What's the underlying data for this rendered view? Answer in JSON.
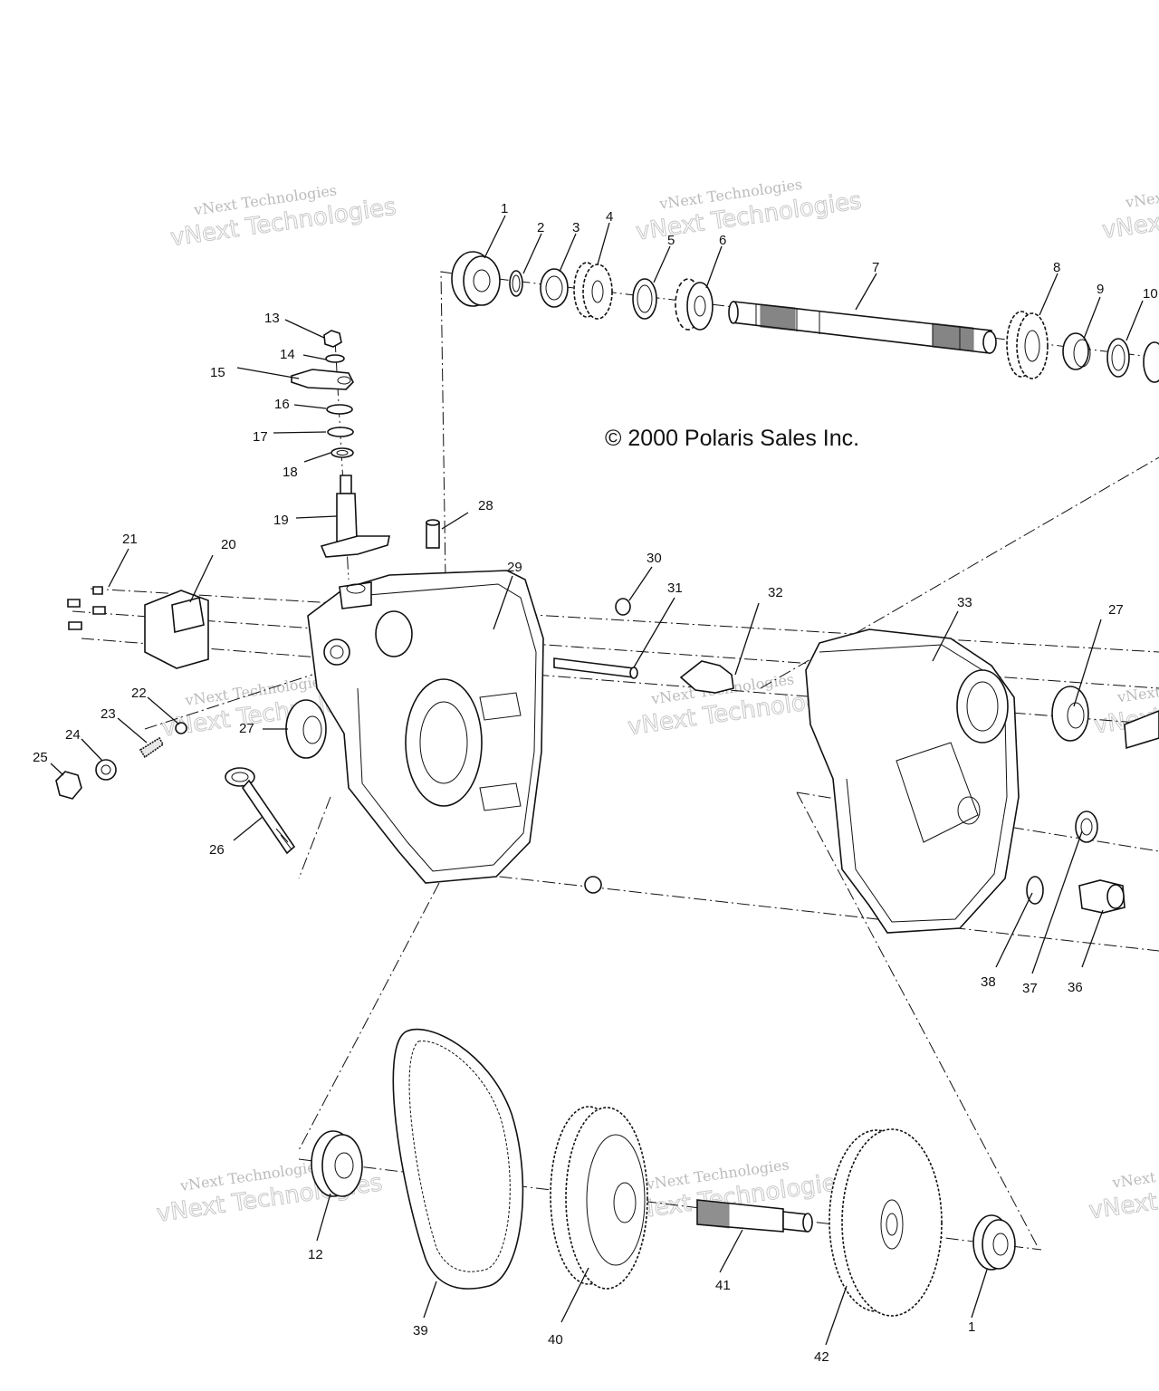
{
  "diagram": {
    "copyright": "© 2000 Polaris Sales Inc.",
    "watermark": {
      "line1": "vNext Technologies",
      "line2": "vNext Technologies"
    },
    "callouts": [
      "1",
      "2",
      "3",
      "4",
      "5",
      "6",
      "7",
      "8",
      "9",
      "10",
      "12",
      "13",
      "14",
      "15",
      "16",
      "17",
      "18",
      "19",
      "20",
      "21",
      "22",
      "23",
      "24",
      "25",
      "26",
      "27",
      "28",
      "29",
      "30",
      "31",
      "32",
      "33",
      "36",
      "37",
      "38",
      "39",
      "40",
      "41",
      "42"
    ]
  }
}
